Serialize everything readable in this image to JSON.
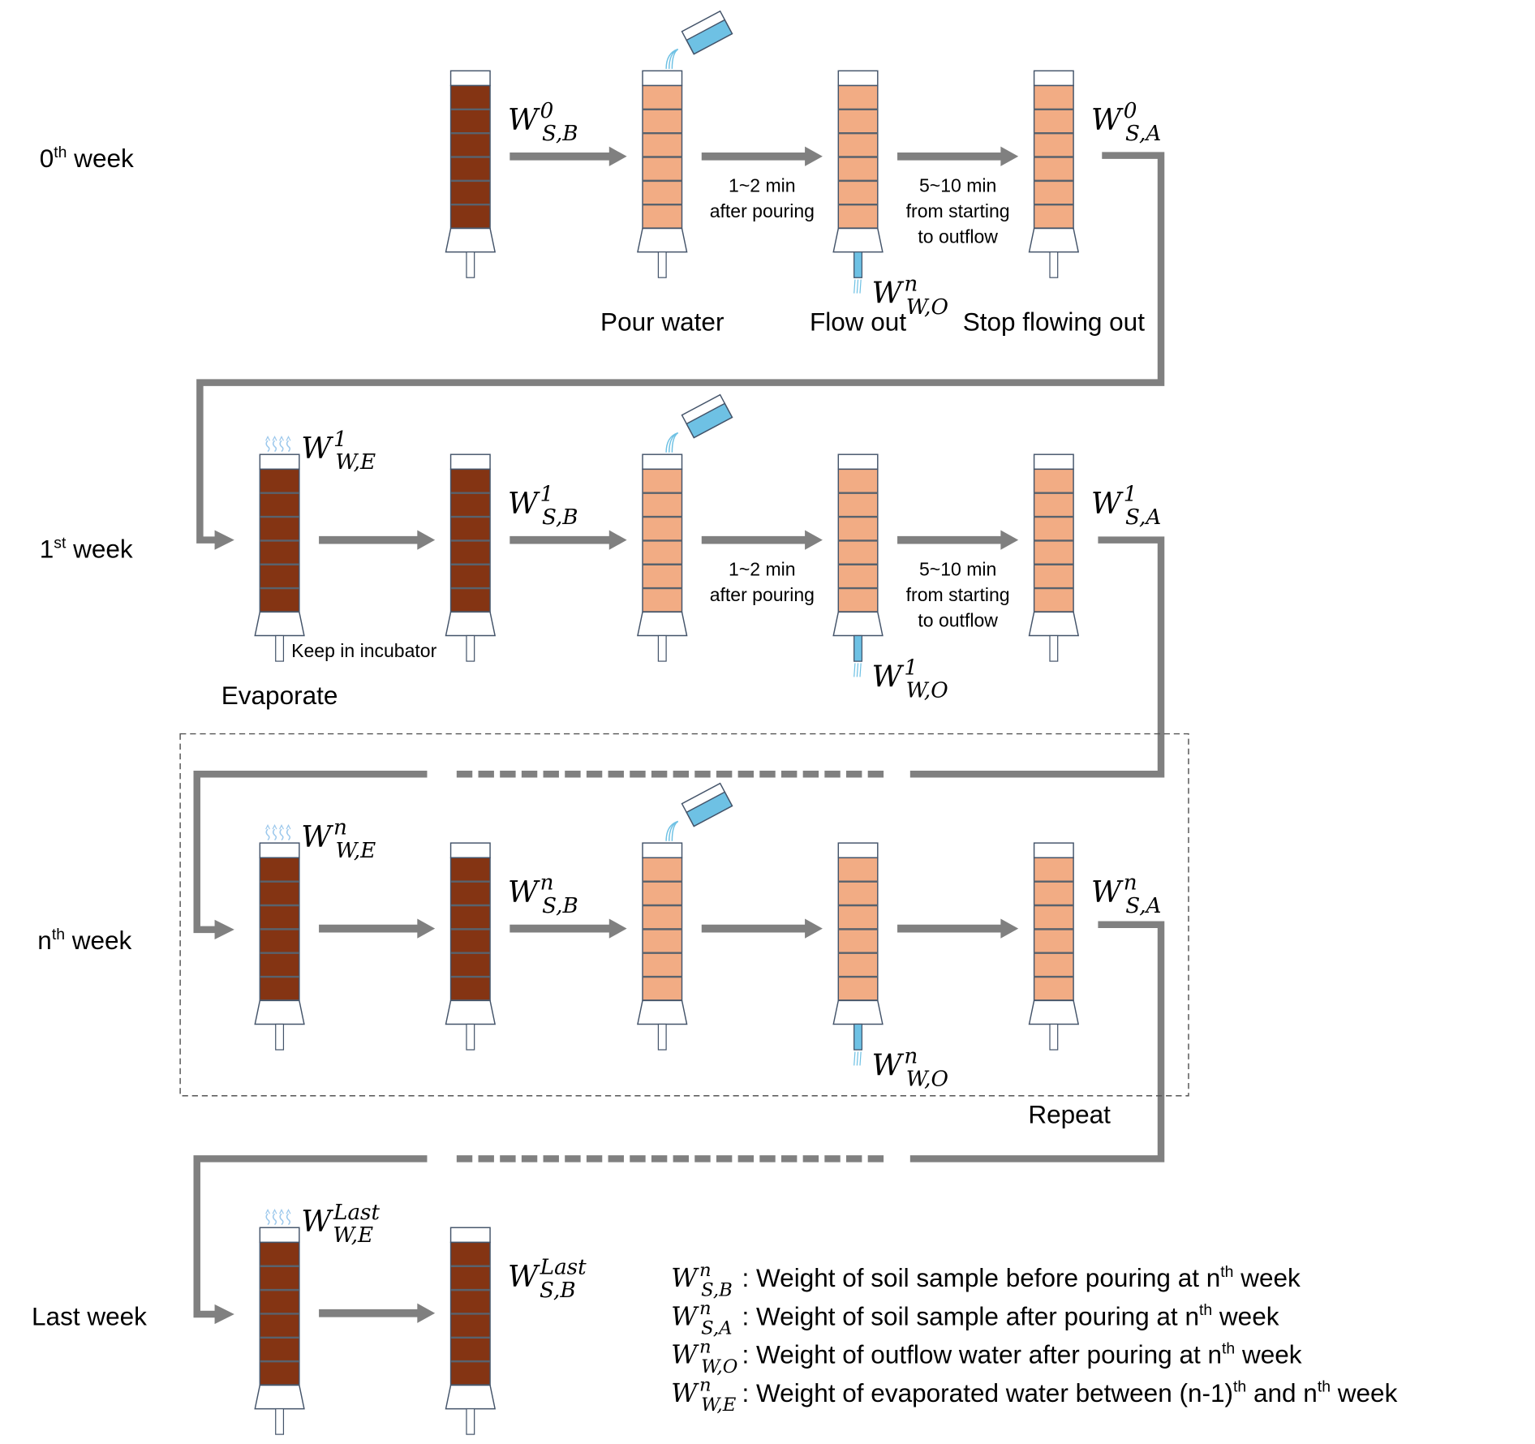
{
  "colors": {
    "dry_soil": "#843413",
    "wet_soil": "#f2ac84",
    "divider": "#59626d",
    "outline": "#44546a",
    "arrow": "#808080",
    "water": "#6ec1e4",
    "vapor": "#9cc8ec",
    "dashed_box": "#555555"
  },
  "rows": [
    {
      "label": "0",
      "label_sup": "th",
      "label_rest": " week",
      "columns": [
        {
          "soil": "dry",
          "weight": {
            "base": "W",
            "sub": "S,B",
            "sup": "0"
          }
        },
        {
          "soil": "wet",
          "pour": true,
          "caption": "Pour water"
        },
        {
          "soil": "wet",
          "outflow": true,
          "weight_below": {
            "base": "W",
            "sub": "W,O",
            "sup": "n"
          },
          "caption": "Flow out"
        },
        {
          "soil": "wet",
          "weight": {
            "base": "W",
            "sub": "S,A",
            "sup": "0"
          },
          "caption": "Stop flowing out"
        }
      ],
      "arrow_notes": [
        "",
        "1~2 min|after pouring",
        "5~10 min|from starting|to outflow"
      ]
    },
    {
      "label": "1",
      "label_sup": "st",
      "label_rest": " week",
      "columns": [
        {
          "soil": "dry",
          "evaporate": true,
          "weight_top": {
            "base": "W",
            "sub": "W,E",
            "sup": "1"
          },
          "caption": "Evaporate"
        },
        {
          "soil": "dry",
          "weight": {
            "base": "W",
            "sub": "S,B",
            "sup": "1"
          }
        },
        {
          "soil": "wet",
          "pour": true
        },
        {
          "soil": "wet",
          "outflow": true,
          "weight_below": {
            "base": "W",
            "sub": "W,O",
            "sup": "1"
          }
        },
        {
          "soil": "wet",
          "weight": {
            "base": "W",
            "sub": "S,A",
            "sup": "1"
          }
        }
      ],
      "arrow_notes": [
        "",
        "",
        "1~2 min|after pouring",
        "5~10 min|from starting|to outflow"
      ],
      "incubator_note": "Keep in incubator"
    },
    {
      "label": "n",
      "label_sup": "th",
      "label_rest": " week",
      "columns": [
        {
          "soil": "dry",
          "evaporate": true,
          "weight_top": {
            "base": "W",
            "sub": "W,E",
            "sup": "n"
          }
        },
        {
          "soil": "dry",
          "weight": {
            "base": "W",
            "sub": "S,B",
            "sup": "n"
          }
        },
        {
          "soil": "wet",
          "pour": true
        },
        {
          "soil": "wet",
          "outflow": true,
          "weight_below": {
            "base": "W",
            "sub": "W,O",
            "sup": "n"
          }
        },
        {
          "soil": "wet",
          "weight": {
            "base": "W",
            "sub": "S,A",
            "sup": "n"
          }
        }
      ],
      "arrow_notes": [
        "",
        "",
        "",
        ""
      ],
      "repeat_label": "Repeat"
    },
    {
      "label": "Last week",
      "label_sup": "",
      "label_rest": "",
      "columns": [
        {
          "soil": "dry",
          "evaporate": true,
          "weight_top": {
            "base": "W",
            "sub": "W,E",
            "sup": "Last"
          }
        },
        {
          "soil": "dry",
          "weight": {
            "base": "W",
            "sub": "S,B",
            "sup": "Last"
          }
        }
      ],
      "arrow_notes": [
        ""
      ]
    }
  ],
  "legend": [
    {
      "symbol": {
        "base": "W",
        "sub": "S,B",
        "sup": "n"
      },
      "text": ": Weight of soil sample before pouring at n",
      "sup": "th",
      "tail": " week"
    },
    {
      "symbol": {
        "base": "W",
        "sub": "S,A",
        "sup": "n"
      },
      "text": " : Weight of soil sample after pouring at n",
      "sup": "th",
      "tail": " week"
    },
    {
      "symbol": {
        "base": "W",
        "sub": "W,O",
        "sup": "n"
      },
      "text": " : Weight of outflow water after pouring at n",
      "sup": "th",
      "tail": " week"
    },
    {
      "symbol": {
        "base": "W",
        "sub": "W,E",
        "sup": "n"
      },
      "text": " : Weight of evaporated water between (n-1)",
      "sup": "th",
      "tail": " and n",
      "sup2": "th",
      "tail2": " week"
    }
  ]
}
